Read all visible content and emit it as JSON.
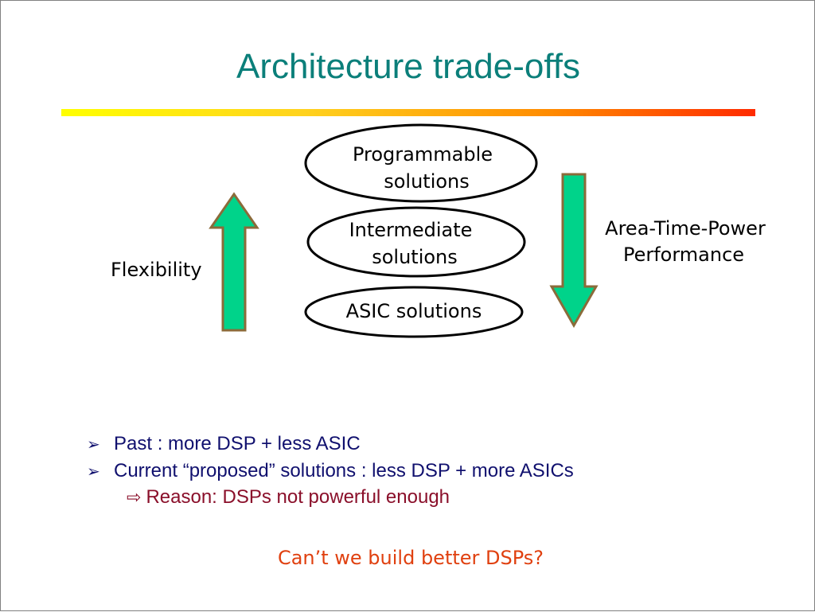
{
  "title": "Architecture trade-offs",
  "diagram": {
    "ellipses": [
      {
        "line1": "Programmable",
        "line2": "solutions"
      },
      {
        "line1": "Intermediate",
        "line2": "solutions"
      },
      {
        "line1": "ASIC solutions"
      }
    ],
    "left_label": "Flexibility",
    "right_label_line1": "Area-Time-Power",
    "right_label_line2": "Performance",
    "arrow_fill": "#00d38a",
    "arrow_stroke": "#8b6b3a"
  },
  "bullets": [
    "Past : more DSP + less ASIC",
    "Current “proposed” solutions : less DSP + more ASICs"
  ],
  "sub_bullet": "Reason: DSPs not powerful enough",
  "question": "Can’t we build better DSPs?",
  "colors": {
    "title": "#0b7f7a",
    "bullet_text": "#10106e",
    "sub_text": "#8a0f2a",
    "question_text": "#e0400f"
  }
}
